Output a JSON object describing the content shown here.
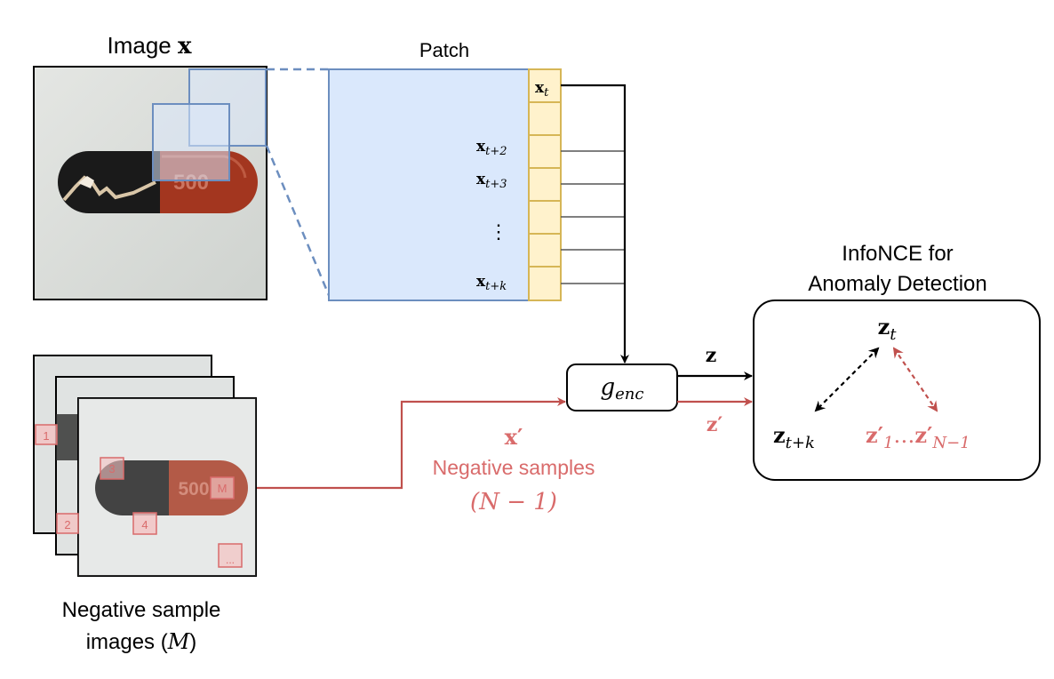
{
  "image_title": {
    "prefix": "Image ",
    "symbol": "x"
  },
  "patch_title": "Patch",
  "capsule_print": "500",
  "patch_labels": {
    "x_t": {
      "base": "x",
      "sub": "t"
    },
    "x_t2": {
      "base": "x",
      "sub": "t+2"
    },
    "x_t3": {
      "base": "x",
      "sub": "t+3"
    },
    "vdots": "⋮",
    "x_tk": {
      "base": "x",
      "sub": "t+k"
    }
  },
  "encoder": {
    "base": "g",
    "sub": "enc"
  },
  "z_label": "z",
  "z_prime_label": "z′",
  "x_prime_label": "x′",
  "negative_samples": {
    "line1": "Negative samples",
    "line2": "(N − 1)"
  },
  "negative_images_caption": {
    "line1": "Negative sample",
    "line2_prefix": "images (",
    "line2_symbol": "M",
    "line2_suffix": ")"
  },
  "sample_markers": {
    "m1": "1",
    "m2": "2",
    "m3": "3",
    "m4": "4",
    "mM": "M",
    "mdots": "..."
  },
  "infonce": {
    "title_line1": "InfoNCE for",
    "title_line2": "Anomaly Detection",
    "z_t": {
      "base": "z",
      "sub": "t"
    },
    "z_tk": {
      "base": "z",
      "sub": "t+k"
    },
    "z_neg_first": {
      "base": "z′",
      "sub": "1"
    },
    "z_neg_dots": "…",
    "z_neg_last": {
      "base": "z′",
      "sub": "N−1"
    }
  },
  "colors": {
    "negative": "#d96b6b",
    "negative_line": "#c0504d",
    "patch_fill": "#dae8fc",
    "patch_stroke": "#6c8ebf",
    "cell_fill": "#fff2cc",
    "cell_stroke": "#d6b656",
    "capsule_black": "#1a1a1a",
    "capsule_red": "#a3361f"
  }
}
